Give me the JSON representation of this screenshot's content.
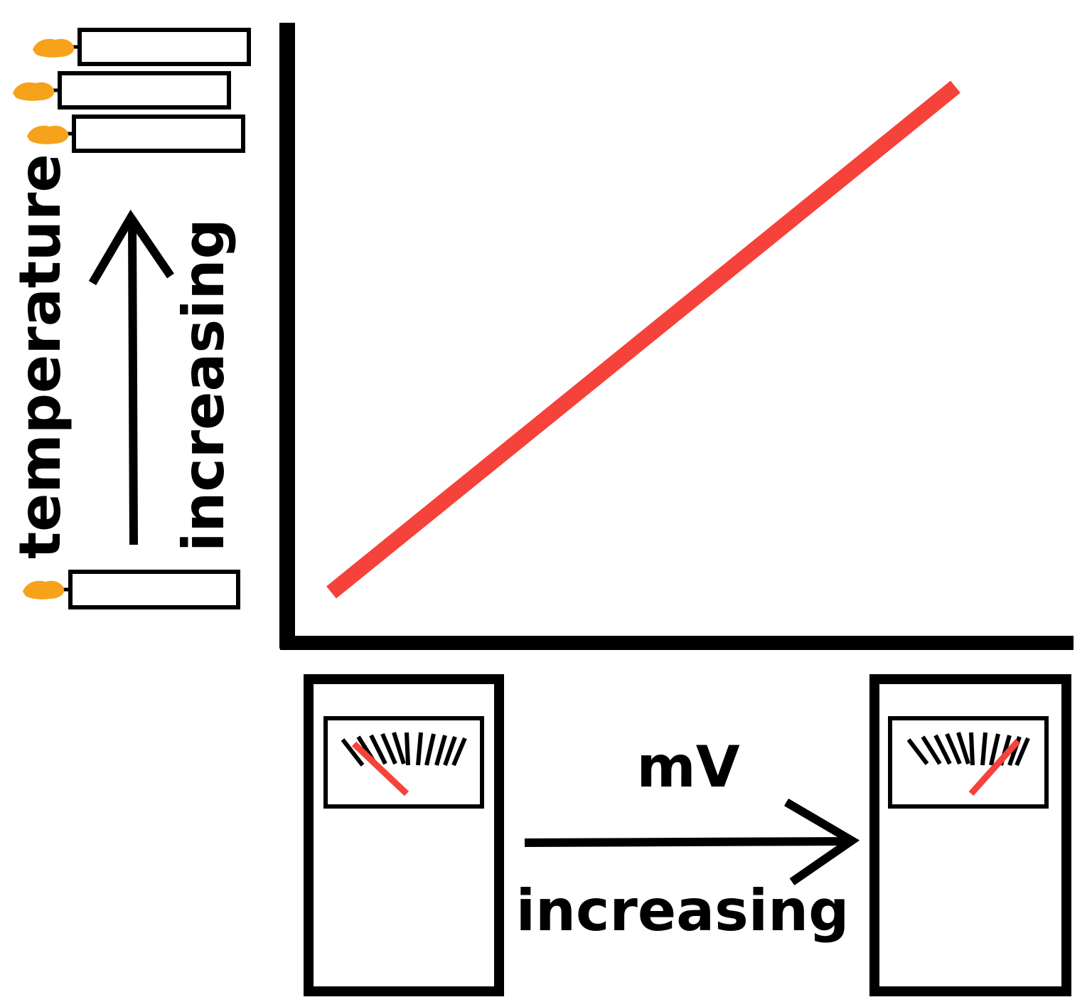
{
  "labels": {
    "y_axis_word1": "temperature",
    "y_axis_word2": "increasing",
    "x_axis_unit": "mV",
    "x_axis_word": "increasing"
  },
  "colors": {
    "line": "#f5423a",
    "needle": "#f5423a",
    "flame": "#f7a21b",
    "stroke": "#000000",
    "background": "#ffffff"
  },
  "icons": {
    "candle": "lit-candle-icon",
    "meter": "millivolt-meter-icon"
  },
  "meters": [
    {
      "name": "low-reading-meter",
      "reading": "low"
    },
    {
      "name": "high-reading-meter",
      "reading": "high"
    }
  ],
  "candles": {
    "count_top_group": 3,
    "count_bottom": 1
  }
}
